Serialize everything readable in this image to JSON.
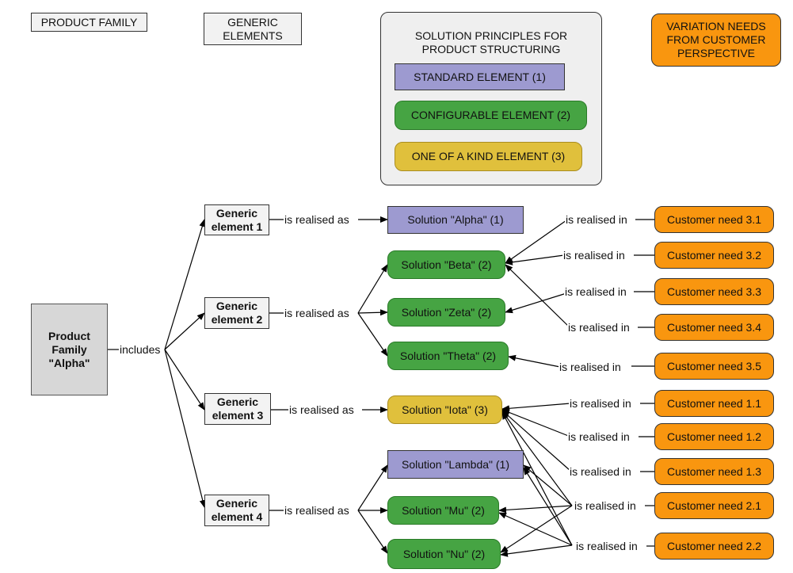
{
  "headers": {
    "product_family": "PRODUCT FAMILY",
    "generic_elements": "GENERIC\nELEMENTS",
    "solution_principles": "SOLUTION PRINCIPLES FOR\nPRODUCT STRUCTURING",
    "variation_needs": "VARIATION NEEDS\nFROM CUSTOMER\nPERSPECTIVE"
  },
  "legend": {
    "standard": "STANDARD ELEMENT (1)",
    "configurable": "CONFIGURABLE ELEMENT (2)",
    "one_of_a_kind": "ONE OF A KIND ELEMENT (3)"
  },
  "product_family": "Product\nFamily\n\"Alpha\"",
  "includes_label": "includes",
  "generic_elements": [
    {
      "id": "g1",
      "label": "Generic\nelement 1"
    },
    {
      "id": "g2",
      "label": "Generic\nelement 2"
    },
    {
      "id": "g3",
      "label": "Generic\nelement 3"
    },
    {
      "id": "g4",
      "label": "Generic\nelement 4"
    }
  ],
  "realised_as_label": "is realised as",
  "realised_in_label": "is realised in",
  "solutions": [
    {
      "id": "alpha",
      "label": "Solution \"Alpha\" (1)",
      "kind": "standard"
    },
    {
      "id": "beta",
      "label": "Solution \"Beta\" (2)",
      "kind": "configurable"
    },
    {
      "id": "zeta",
      "label": "Solution \"Zeta\" (2)",
      "kind": "configurable"
    },
    {
      "id": "theta",
      "label": "Solution \"Theta\" (2)",
      "kind": "configurable"
    },
    {
      "id": "iota",
      "label": "Solution \"Iota\" (3)",
      "kind": "one_of_a_kind"
    },
    {
      "id": "lambda",
      "label": "Solution \"Lambda\" (1)",
      "kind": "standard"
    },
    {
      "id": "mu",
      "label": "Solution \"Mu\" (2)",
      "kind": "configurable"
    },
    {
      "id": "nu",
      "label": "Solution \"Nu\" (2)",
      "kind": "configurable"
    }
  ],
  "customer_needs": [
    {
      "id": "c31",
      "label": "Customer need 3.1"
    },
    {
      "id": "c32",
      "label": "Customer need 3.2"
    },
    {
      "id": "c33",
      "label": "Customer need 3.3"
    },
    {
      "id": "c34",
      "label": "Customer need 3.4"
    },
    {
      "id": "c35",
      "label": "Customer need 3.5"
    },
    {
      "id": "c11",
      "label": "Customer need 1.1"
    },
    {
      "id": "c12",
      "label": "Customer need 1.2"
    },
    {
      "id": "c13",
      "label": "Customer need 1.3"
    },
    {
      "id": "c21",
      "label": "Customer need 2.1"
    },
    {
      "id": "c22",
      "label": "Customer need 2.2"
    }
  ],
  "colors": {
    "standard": "#9d9ad0",
    "configurable": "#46a443",
    "one_of_a_kind": "#e0c03c",
    "customer": "#f9960f",
    "generic": "#f3f3f3",
    "product_family": "#d7d7d7"
  }
}
